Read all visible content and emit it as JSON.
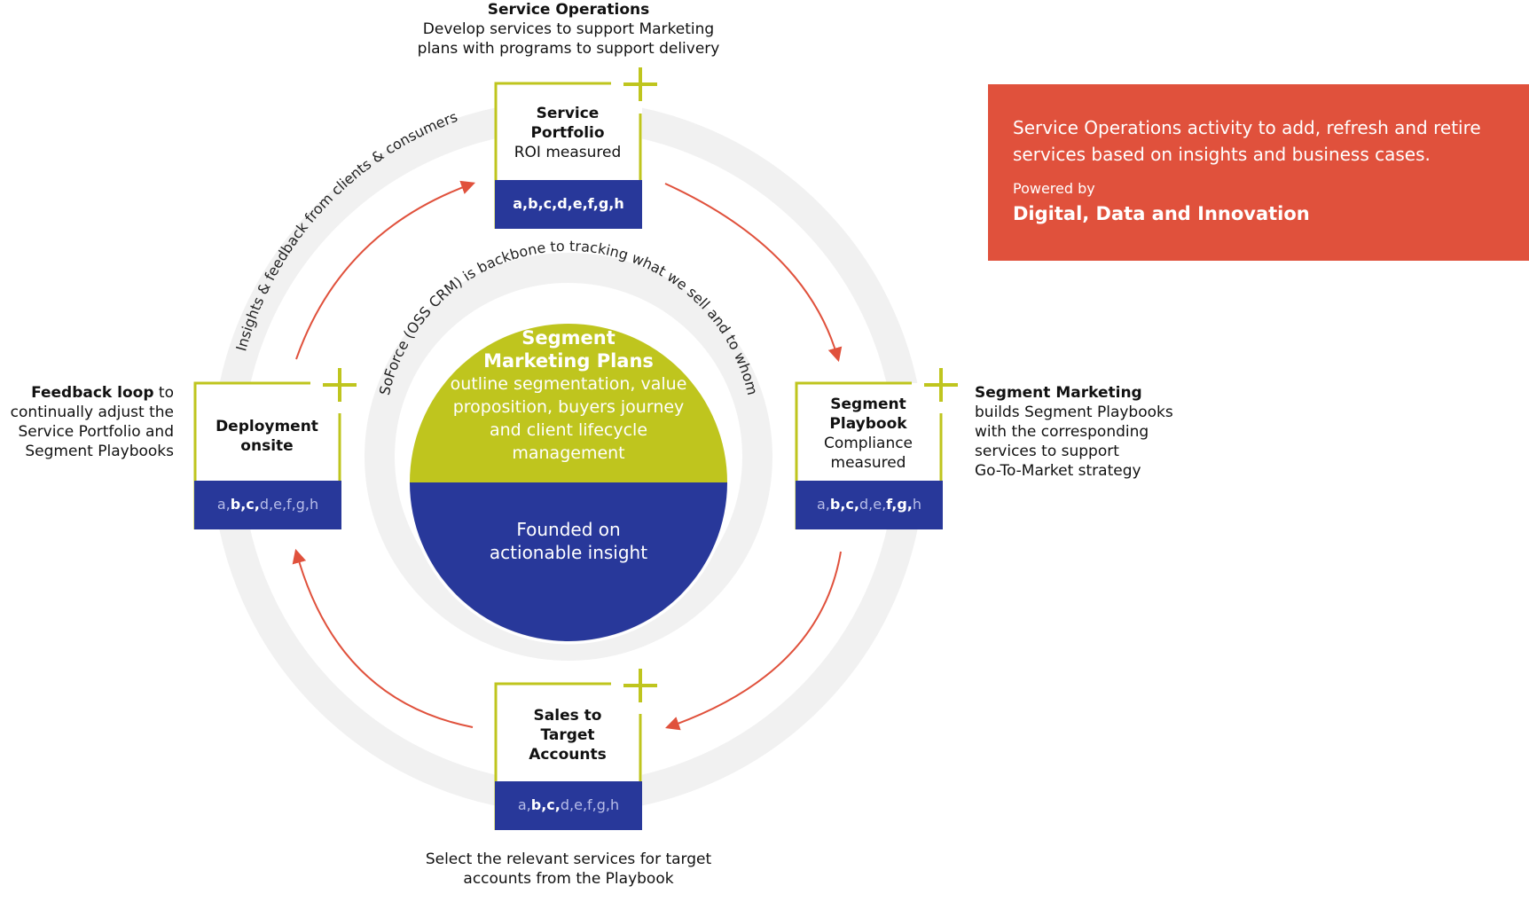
{
  "colors": {
    "accent_green": "#bfc51e",
    "navy": "#28389a",
    "ring": "#f1f1f1",
    "arrow": "#e0513c",
    "callout_bg": "#e0513c"
  },
  "top_text": {
    "title": "Service Operations",
    "line1": "Develop services to support Marketing",
    "line2": "plans with programs to support delivery"
  },
  "left_text": {
    "bold": "Feedback loop",
    "line1": " to",
    "line2": "continually adjust the",
    "line3": "Service Portfolio and",
    "line4": "Segment Playbooks"
  },
  "right_text": {
    "bold": "Segment Marketing",
    "line1": "builds Segment Playbooks",
    "line2": "with the corresponding",
    "line3": "services to support",
    "line4": "Go-To-Market strategy"
  },
  "bottom_text": {
    "line1": "Select the relevant services for target",
    "line2": "accounts from the Playbook"
  },
  "callout": {
    "text": "Service Operations activity to add, refresh and retire services based on insights and business cases.",
    "powered_by": "Powered by",
    "powered_name": "Digital, Data and Innovation"
  },
  "center": {
    "title_line1": "Segment",
    "title_line2": "Marketing Plans",
    "desc_line1": "outline segmentation, value",
    "desc_line2": "proposition, buyers journey",
    "desc_line3": "and client lifecycle",
    "desc_line4": "management",
    "bottom_line1": "Founded on",
    "bottom_line2": "actionable insight"
  },
  "arc_labels": {
    "inner": "SoForce (OSS CRM) is backbone to tracking what we sell and to whom",
    "outer": "Insights & feedback from clients & consumers"
  },
  "boxes": {
    "service_portfolio": {
      "bold1": "Service",
      "bold2": "Portfolio",
      "normal1": "ROI measured",
      "codes": [
        [
          "a",
          1
        ],
        [
          "b",
          1
        ],
        [
          "c",
          1
        ],
        [
          "d",
          1
        ],
        [
          "e",
          1
        ],
        [
          "f",
          1
        ],
        [
          "g",
          1
        ],
        [
          "h",
          1
        ]
      ]
    },
    "segment_playbook": {
      "bold1": "Segment",
      "bold2": "Playbook",
      "normal1": "Compliance",
      "normal2": "measured",
      "codes": [
        [
          "a",
          0
        ],
        [
          "b",
          1
        ],
        [
          "c",
          1
        ],
        [
          "d",
          0
        ],
        [
          "e",
          0
        ],
        [
          "f",
          1
        ],
        [
          "g",
          1
        ],
        [
          "h",
          0
        ]
      ]
    },
    "deployment": {
      "bold1": "Deployment",
      "bold2": "onsite",
      "codes": [
        [
          "a",
          0
        ],
        [
          "b",
          1
        ],
        [
          "c",
          1
        ],
        [
          "d",
          0
        ],
        [
          "e",
          0
        ],
        [
          "f",
          0
        ],
        [
          "g",
          0
        ],
        [
          "h",
          0
        ]
      ]
    },
    "sales": {
      "bold1": "Sales to",
      "bold2": "Target",
      "bold3": "Accounts",
      "codes": [
        [
          "a",
          0
        ],
        [
          "b",
          1
        ],
        [
          "c",
          1
        ],
        [
          "d",
          0
        ],
        [
          "e",
          0
        ],
        [
          "f",
          0
        ],
        [
          "g",
          0
        ],
        [
          "h",
          0
        ]
      ]
    }
  }
}
